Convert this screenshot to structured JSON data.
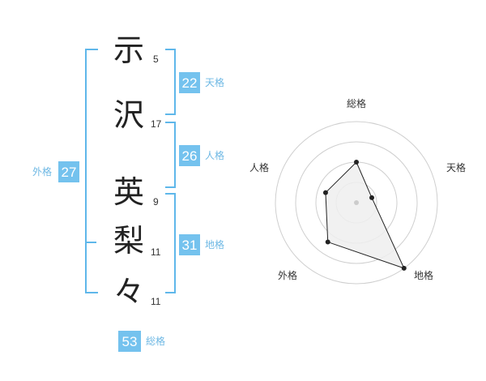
{
  "characters": [
    {
      "char": "示",
      "strokes": "5"
    },
    {
      "char": "沢",
      "strokes": "17"
    },
    {
      "char": "英",
      "strokes": "9"
    },
    {
      "char": "梨",
      "strokes": "11"
    },
    {
      "char": "々",
      "strokes": "11"
    }
  ],
  "kaku": {
    "tenkaku": {
      "value": "22",
      "label": "天格"
    },
    "jinkaku": {
      "value": "26",
      "label": "人格"
    },
    "chikaku": {
      "value": "31",
      "label": "地格"
    },
    "gaikaku": {
      "value": "27",
      "label": "外格"
    },
    "soukaku": {
      "value": "53",
      "label": "総格"
    }
  },
  "radar": {
    "axes": [
      "総格",
      "天格",
      "地格",
      "外格",
      "人格"
    ],
    "values": [
      0.5,
      0.2,
      1.0,
      0.6,
      0.4
    ],
    "rings": 4,
    "fill_color": "#eeeeee",
    "line_color": "#222222",
    "grid_color": "#cfcfcf"
  }
}
